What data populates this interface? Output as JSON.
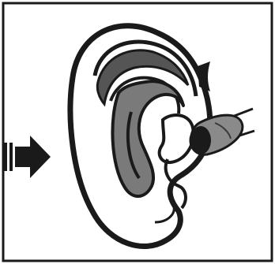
{
  "figure": {
    "panel_count": 1,
    "labels": [],
    "colors": {
      "ink": "#1a1a1a",
      "shade": "#7a7a7a",
      "shade_dark": "#555555",
      "background": "#ffffff"
    },
    "elements": [
      {
        "name": "frame",
        "icon": "rectangle-border"
      },
      {
        "name": "direction-arrow",
        "icon": "arrow-right-icon"
      },
      {
        "name": "ear",
        "icon": "ear-icon"
      },
      {
        "name": "earplug",
        "icon": "earplug-icon"
      }
    ]
  }
}
